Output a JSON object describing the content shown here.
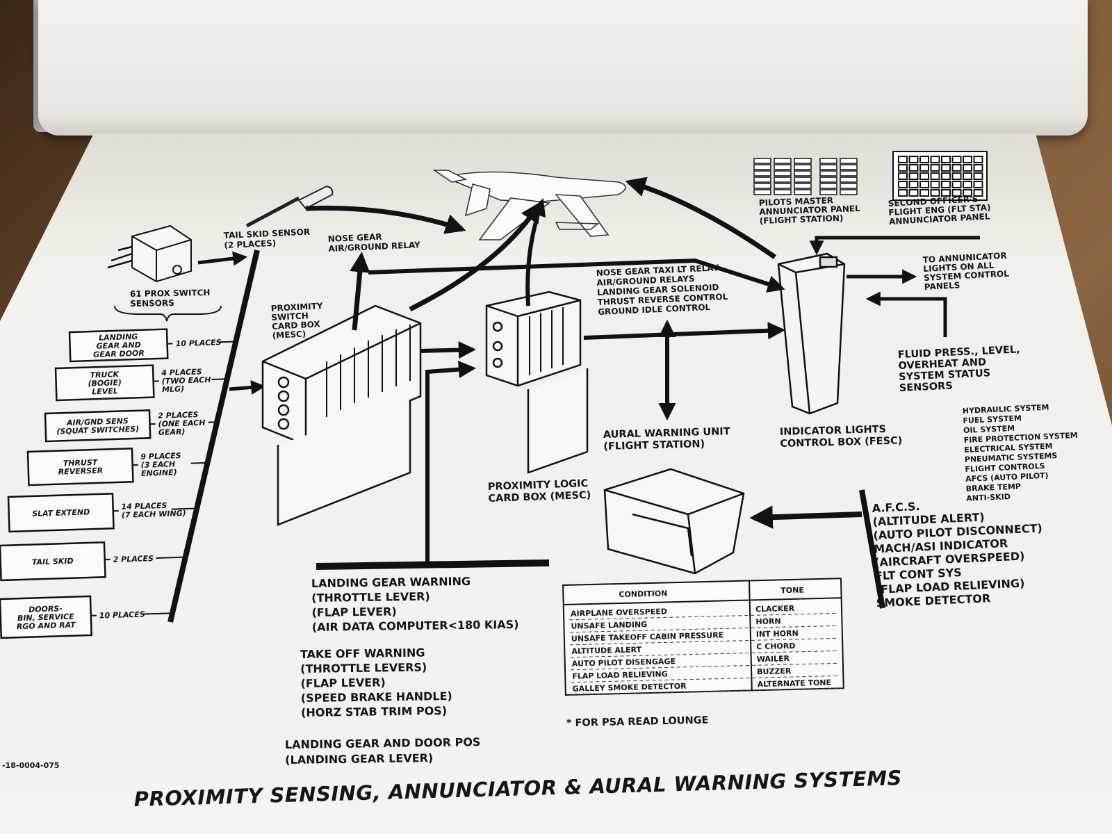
{
  "diagram": {
    "tail_skid_sensor": [
      "TAIL SKID SENSOR",
      "(2 PLACES)"
    ],
    "nose_gear_relay": [
      "NOSE GEAR",
      "AIR/GROUND RELAY"
    ],
    "prox_sensors": [
      "61 PROX SWITCH",
      "SENSORS"
    ],
    "switch_card_box": [
      "PROXIMITY",
      "SWITCH",
      "CARD BOX",
      "(MESC)"
    ],
    "logic_card_box": [
      "PROXIMITY  LOGIC",
      "CARD BOX (MESC)"
    ],
    "relays": [
      "NOSE GEAR TAXI LT RELAY",
      "AIR/GROUND RELAYS",
      "LANDING GEAR SOLENOID",
      "THRUST REVERSE CONTROL",
      "GROUND IDLE CONTROL"
    ],
    "aural_unit": [
      "AURAL WARNING UNIT",
      "(FLIGHT STATION)"
    ],
    "indicator_box": [
      "INDICATOR LIGHTS",
      "CONTROL BOX (FESC)"
    ],
    "pilots_panel": [
      "PILOTS MASTER",
      "ANNUNCIATOR PANEL",
      "(FLIGHT STATION)"
    ],
    "second_officer_panel": [
      "SECOND OFFICER'S",
      "FLIGHT ENG (FLT STA)",
      "ANNUNCIATOR PANEL"
    ],
    "to_annunciator": [
      "TO ANNUNICATOR",
      "LIGHTS ON ALL",
      "SYSTEM CONTROL",
      "PANELS"
    ],
    "fluid_sensors": [
      "FLUID PRESS., LEVEL,",
      "OVERHEAT AND",
      "SYSTEM STATUS",
      "SENSORS"
    ],
    "systems": [
      "HYDRAULIC SYSTEM",
      "FUEL SYSTEM",
      "OIL SYSTEM",
      "FIRE PROTECTION SYSTEM",
      "ELECTRICAL SYSTEM",
      "PNEUMATIC SYSTEMS",
      "FLIGHT CONTROLS",
      "AFCS (AUTO PILOT)",
      "BRAKE TEMP",
      "ANTI-SKID"
    ],
    "afcs": [
      "A.F.C.S.",
      "(ALTITUDE ALERT)",
      "(AUTO PILOT DISCONNECT)",
      "MACH/ASI INDICATOR",
      "(AIRCRAFT OVERSPEED)",
      "FLT CONT SYS",
      "(FLAP LOAD RELIEVING)",
      "SMOKE DETECTOR"
    ],
    "landing_gear_warning": [
      "LANDING GEAR WARNING",
      "(THROTTLE LEVER)",
      "(FLAP LEVER)",
      "(AIR DATA COMPUTER<180 KIAS)"
    ],
    "takeoff_warning": [
      "TAKE OFF WARNING",
      "(THROTTLE LEVERS)",
      "(FLAP LEVER)",
      "(SPEED BRAKE HANDLE)",
      "(HORZ STAB TRIM POS)"
    ],
    "landing_gear_door": [
      "LANDING GEAR AND DOOR POS",
      "(LANDING GEAR LEVER)"
    ],
    "psa_note": "* FOR PSA READ LOUNGE",
    "doc_number": "-18-0004-075",
    "page_title": "PROXIMITY SENSING, ANNUNCIATOR & AURAL WARNING SYSTEMS",
    "sensor_groups": [
      {
        "name": [
          "LANDING",
          "GEAR AND",
          "GEAR DOOR"
        ],
        "places": [
          "10 PLACES"
        ]
      },
      {
        "name": [
          "TRUCK",
          "(BOGIE)",
          "LEVEL"
        ],
        "places": [
          "4 PLACES",
          "(TWO EACH",
          "MLG)"
        ]
      },
      {
        "name": [
          "AIR/GND SENS",
          "(SQUAT SWITCHES)"
        ],
        "places": [
          "2 PLACES",
          "(ONE EACH",
          "GEAR)"
        ]
      },
      {
        "name": [
          "THRUST",
          "REVERSER"
        ],
        "places": [
          "9 PLACES",
          "(3 EACH",
          "ENGINE)"
        ]
      },
      {
        "name": [
          "SLAT EXTEND"
        ],
        "places": [
          "14 PLACES",
          "(7 EACH WING)"
        ]
      },
      {
        "name": [
          "TAIL SKID"
        ],
        "places": [
          "2 PLACES"
        ]
      },
      {
        "name": [
          "DOORS-",
          "BIN, SERVICE",
          "RGO AND RAT"
        ],
        "places": [
          "10 PLACES"
        ]
      }
    ],
    "tone_table": {
      "headers": [
        "CONDITION",
        "TONE"
      ],
      "rows": [
        [
          "AIRPLANE OVERSPEED",
          "CLACKER"
        ],
        [
          "UNSAFE LANDING",
          "HORN"
        ],
        [
          "UNSAFE TAKEOFF CABIN PRESSURE",
          "INT HORN"
        ],
        [
          "ALTITUDE ALERT",
          "C CHORD"
        ],
        [
          "AUTO PILOT DISENGAGE",
          "WAILER"
        ],
        [
          "FLAP LOAD RELIEVING",
          "BUZZER"
        ],
        [
          "GALLEY SMOKE DETECTOR",
          "ALTERNATE TONE"
        ]
      ]
    }
  }
}
